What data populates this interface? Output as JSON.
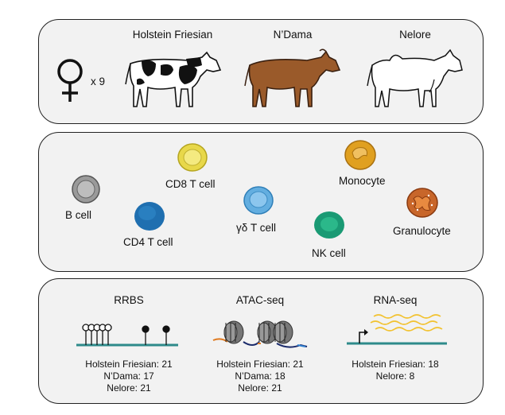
{
  "breeds": {
    "holstein": "Holstein Friesian",
    "ndama": "N’Dama",
    "nelore": "Nelore"
  },
  "female_count": "x 9",
  "cells": {
    "b": "B cell",
    "cd4": "CD4 T cell",
    "cd8": "CD8 T cell",
    "gd": "γδ T cell",
    "nk": "NK cell",
    "mono": "Monocyte",
    "gran": "Granulocyte"
  },
  "assays": [
    {
      "title": "RRBS",
      "lines": [
        "Holstein Friesian: 21",
        "N’Dama: 17",
        "Nelore: 21"
      ]
    },
    {
      "title": "ATAC-seq",
      "lines": [
        "Holstein Friesian: 21",
        "N’Dama: 18",
        "Nelore: 21"
      ]
    },
    {
      "title": "RNA-seq",
      "lines": [
        "Holstein Friesian: 18",
        "Nelore: 8"
      ]
    }
  ],
  "colors": {
    "b_cell": "#9a9a9a",
    "cd4": "#1f6fb0",
    "cd8": "#e8d84a",
    "gd": "#63aee0",
    "nk": "#1a9a74",
    "mono": "#e0a020",
    "gran": "#c8662a",
    "ndama_coat": "#9a5a2a",
    "dna": "#2e8a8a",
    "rna": "#f2c230"
  }
}
